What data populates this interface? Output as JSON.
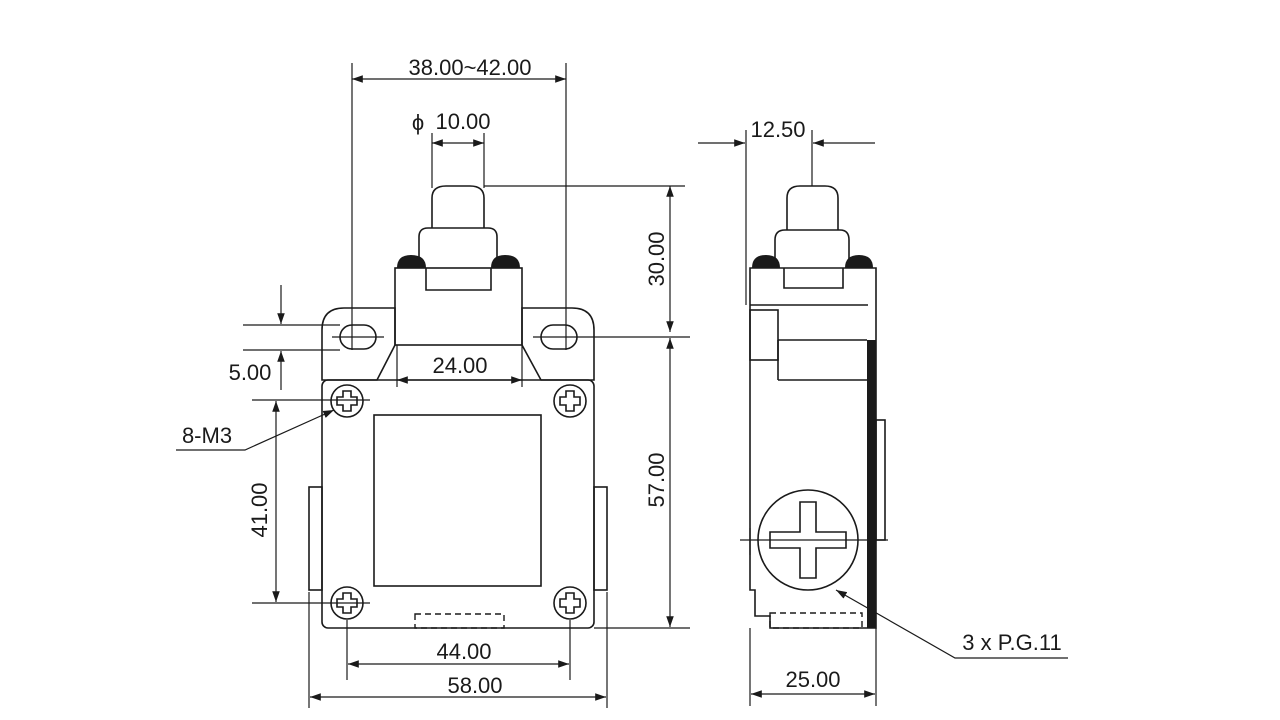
{
  "dimensions": {
    "overall_mount_width": "38.00~42.00",
    "plunger_diameter_symbol": "ϕ",
    "plunger_diameter": "10.00",
    "plunger_height": "30.00",
    "slot_height": "5.00",
    "neck_width": "24.00",
    "screw_spec": "8-M3",
    "hole_vertical": "41.00",
    "body_height": "57.00",
    "hole_horizontal": "44.00",
    "body_width": "58.00",
    "side_offset": "12.50",
    "side_depth": "25.00",
    "conduit": "3 x P.G.11"
  }
}
